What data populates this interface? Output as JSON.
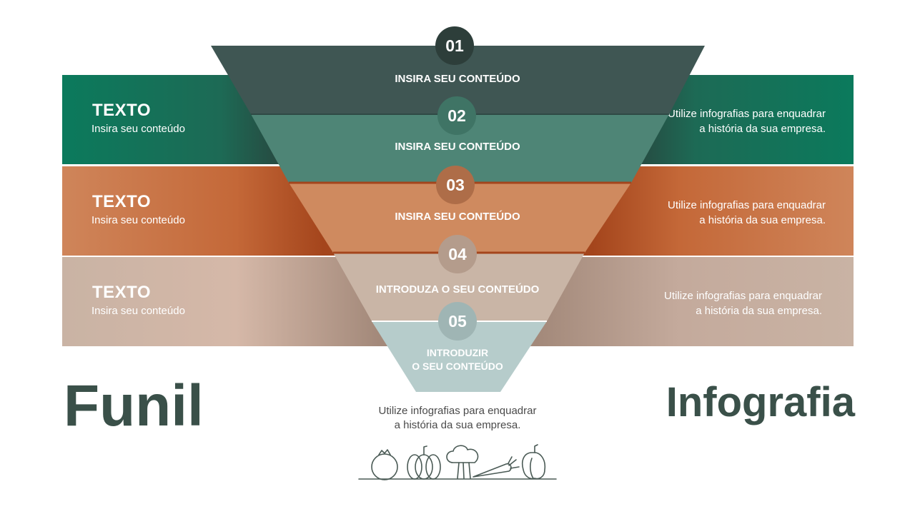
{
  "colors": {
    "seg1": "#3f5653",
    "seg2": "#4e8576",
    "seg3": "#cf8a5f",
    "seg4": "#c9b5a6",
    "seg5": "#b6cccb",
    "badge1": "#2d3e3a",
    "badge2": "#3f7465",
    "badge3": "#ae6d48",
    "badge4": "#b49c8c",
    "badge5": "#9fb5b4",
    "title": "#3a5049",
    "icon_stroke": "#4a5a55"
  },
  "bands": [
    {
      "title": "TEXTO",
      "subtitle": "Insira seu conteúdo",
      "desc_line1": "Utilize infografias para enquadrar",
      "desc_line2": "a história da sua empresa."
    },
    {
      "title": "TEXTO",
      "subtitle": "Insira seu conteúdo",
      "desc_line1": "Utilize infografias para enquadrar",
      "desc_line2": "a história da sua empresa."
    },
    {
      "title": "TEXTO",
      "subtitle": "Insira seu conteúdo",
      "desc_line1": "Utilize infografias para enquadrar",
      "desc_line2": "a história da sua empresa."
    }
  ],
  "funnel": [
    {
      "number": "01",
      "label": "INSIRA SEU CONTEÚDO"
    },
    {
      "number": "02",
      "label": "INSIRA SEU CONTEÚDO"
    },
    {
      "number": "03",
      "label": "INSIRA SEU CONTEÚDO"
    },
    {
      "number": "04",
      "label": "INTRODUZA O SEU CONTEÚDO"
    },
    {
      "number": "05",
      "label_line1": "INTRODUZIR",
      "label_line2": "O SEU CONTEÚDO"
    }
  ],
  "heading_left": "Funil",
  "heading_right": "Infografia",
  "bottom_desc": {
    "line1": "Utilize infografias para enquadrar",
    "line2": "a história da sua empresa."
  },
  "icons": [
    "tomato-icon",
    "pumpkin-icon",
    "broccoli-icon",
    "carrot-icon",
    "pepper-icon"
  ]
}
